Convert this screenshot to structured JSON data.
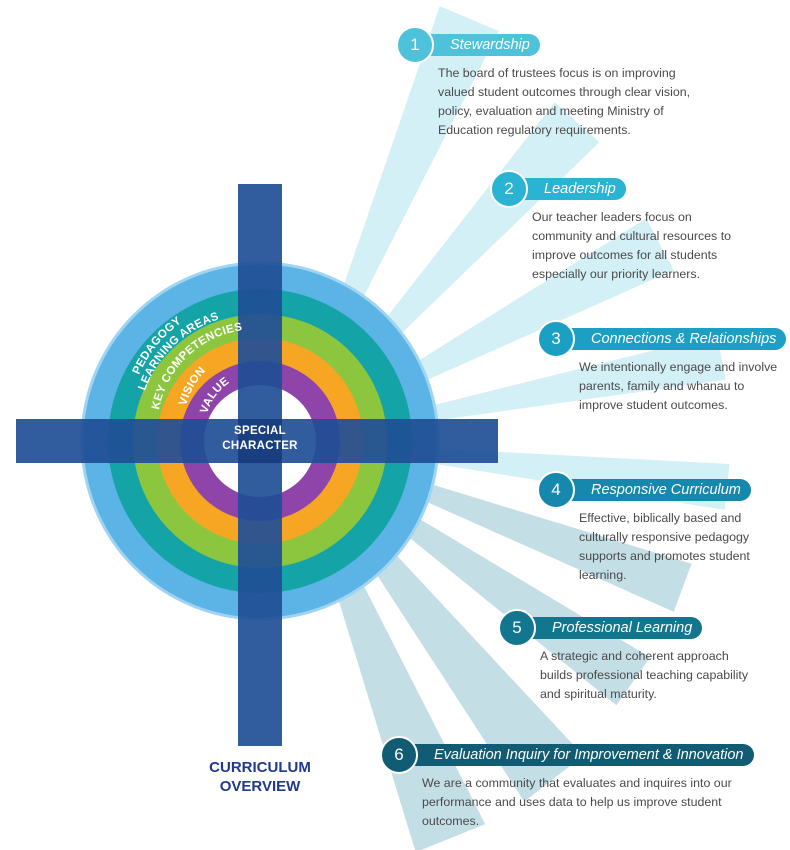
{
  "diagram": {
    "rings": [
      {
        "label": "PEDAGOGY",
        "color": "#5bb3e6"
      },
      {
        "label": "LEARNING AREAS",
        "color": "#14a3a6"
      },
      {
        "label": "KEY COMPETENCIES",
        "color": "#8cc63f"
      },
      {
        "label": "VISION",
        "color": "#f6a623"
      },
      {
        "label": "VALUES",
        "color": "#8e44a8"
      }
    ],
    "center": {
      "line1": "SPECIAL",
      "line2": "CHARACTER"
    },
    "cross_color": "#1f4e96",
    "caption": {
      "line1": "CURRICULUM",
      "line2": "OVERVIEW"
    }
  },
  "items": [
    {
      "number": "1",
      "title": "Stewardship",
      "color": "#4fc2db",
      "lines": [
        "The board of trustees focus is on improving",
        "valued student outcomes through clear vision,",
        "policy, evaluation and meeting Ministry of",
        "Education regulatory requirements."
      ]
    },
    {
      "number": "2",
      "title": "Leadership",
      "color": "#2ab3d3",
      "lines": [
        "Our teacher leaders focus on",
        "community and cultural resources to",
        "improve outcomes for all students",
        "especially our priority learners."
      ]
    },
    {
      "number": "3",
      "title": "Connections & Relationships",
      "color": "#1ba0c3",
      "lines": [
        "We intentionally engage and involve",
        "parents, family and whanau to",
        "improve student outcomes."
      ]
    },
    {
      "number": "4",
      "title": "Responsive Curriculum",
      "color": "#1688ad",
      "lines": [
        "Effective, biblically based and",
        "culturally responsive pedagogy",
        "supports and promotes student",
        "learning."
      ]
    },
    {
      "number": "5",
      "title": "Professional Learning",
      "color": "#13768f",
      "lines": [
        "A strategic and coherent approach",
        "builds professional teaching capability",
        "and spiritual maturity."
      ]
    },
    {
      "number": "6",
      "title": "Evaluation Inquiry for Improvement & Innovation",
      "color": "#115c73",
      "lines": [
        "We are a community that evaluates and inquires into our",
        "performance and uses data to help us improve student",
        "outcomes."
      ]
    }
  ]
}
